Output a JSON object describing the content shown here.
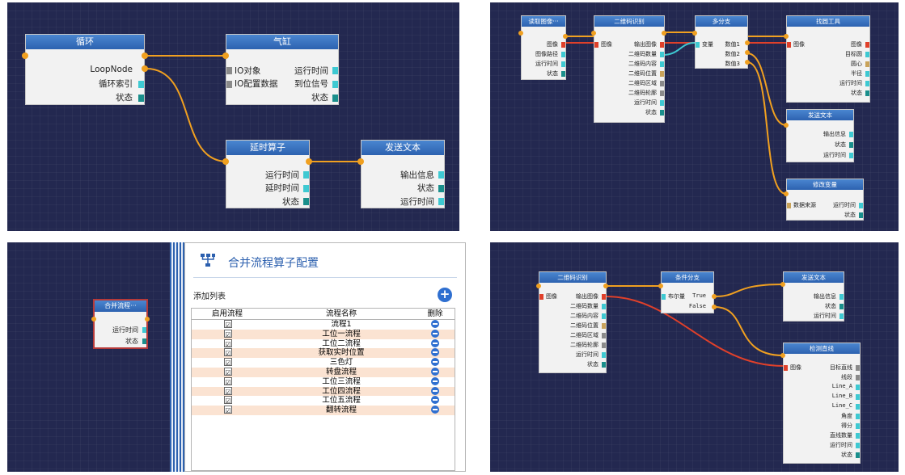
{
  "panel1": {
    "loop": {
      "title": "循环",
      "outputs": [
        "LoopNode",
        "循环索引",
        "状态"
      ]
    },
    "cylinder": {
      "title": "气缸",
      "rows": [
        {
          "in": "IO对象",
          "out": "运行时间"
        },
        {
          "in": "IO配置数据",
          "out": "到位信号"
        },
        {
          "in": "",
          "out": "状态"
        }
      ]
    },
    "delay": {
      "title": "延时算子",
      "outputs": [
        "运行时间",
        "延时时间",
        "状态"
      ]
    },
    "send": {
      "title": "发送文本",
      "outputs": [
        "输出信息",
        "状态",
        "运行时间"
      ]
    }
  },
  "panel2": {
    "read": {
      "title": "读取图像···",
      "outputs": [
        "图像",
        "图像路径",
        "运行时间",
        "状态"
      ]
    },
    "qr": {
      "title": "二维码识别",
      "input": "图像",
      "outputs": [
        "输出图像",
        "二维码数量",
        "二维码内容",
        "二维码位置",
        "二维码区域",
        "二维码轮廓",
        "运行时间",
        "状态"
      ]
    },
    "branch": {
      "title": "多分支",
      "input": "变量",
      "outputs": [
        "数值1",
        "数值2",
        "数值3"
      ]
    },
    "circle": {
      "title": "找圆工具",
      "input": "图像",
      "outputs": [
        "图像",
        "目标圆",
        "圆心",
        "半径",
        "运行时间",
        "状态"
      ]
    },
    "send": {
      "title": "发送文本",
      "outputs": [
        "输出信息",
        "状态",
        "运行时间"
      ]
    },
    "modify": {
      "title": "修改变量",
      "input": "数据来源",
      "outputs": [
        "运行时间",
        "状态"
      ]
    }
  },
  "panel3": {
    "merge": {
      "title": "合并流程···",
      "outputs": [
        "运行时间",
        "状态"
      ]
    },
    "dialog": {
      "title": "合并流程算子配置",
      "subtitle": "添加列表",
      "add_icon": "+",
      "headers": [
        "启用流程",
        "流程名称",
        "删除"
      ],
      "rows": [
        {
          "name": "流程1",
          "checked": true
        },
        {
          "name": "工位一流程",
          "checked": true
        },
        {
          "name": "工位二流程",
          "checked": true
        },
        {
          "name": "获取实时位置",
          "checked": true
        },
        {
          "name": "三色灯",
          "checked": true
        },
        {
          "name": "转盘流程",
          "checked": true
        },
        {
          "name": "工位三流程",
          "checked": true
        },
        {
          "name": "工位四流程",
          "checked": true
        },
        {
          "name": "工位五流程",
          "checked": true
        },
        {
          "name": "翻转流程",
          "checked": true
        }
      ],
      "check_glyph": "☑"
    }
  },
  "panel4": {
    "qr": {
      "title": "二维码识别",
      "input": "图像",
      "outputs": [
        "输出图像",
        "二维码数量",
        "二维码内容",
        "二维码位置",
        "二维码区域",
        "二维码轮廓",
        "运行时间",
        "状态"
      ]
    },
    "cond": {
      "title": "条件分支",
      "input": "布尔量",
      "outputs": [
        "True",
        "False"
      ]
    },
    "send": {
      "title": "发送文本",
      "outputs": [
        "输出信息",
        "状态",
        "运行时间"
      ]
    },
    "line": {
      "title": "检测直线",
      "input": "图像",
      "outputs": [
        "目标直线",
        "线段",
        "Line_A",
        "Line_B",
        "Line_C",
        "角度",
        "得分",
        "直线数量",
        "运行时间",
        "状态"
      ]
    }
  },
  "colors": {
    "canvas": "#232850",
    "header": "#2d62b0",
    "wire_orange": "#f0a020",
    "wire_red": "#e0402a",
    "wire_cyan": "#3ec9d2",
    "row_alt": "#fbe3d2"
  }
}
